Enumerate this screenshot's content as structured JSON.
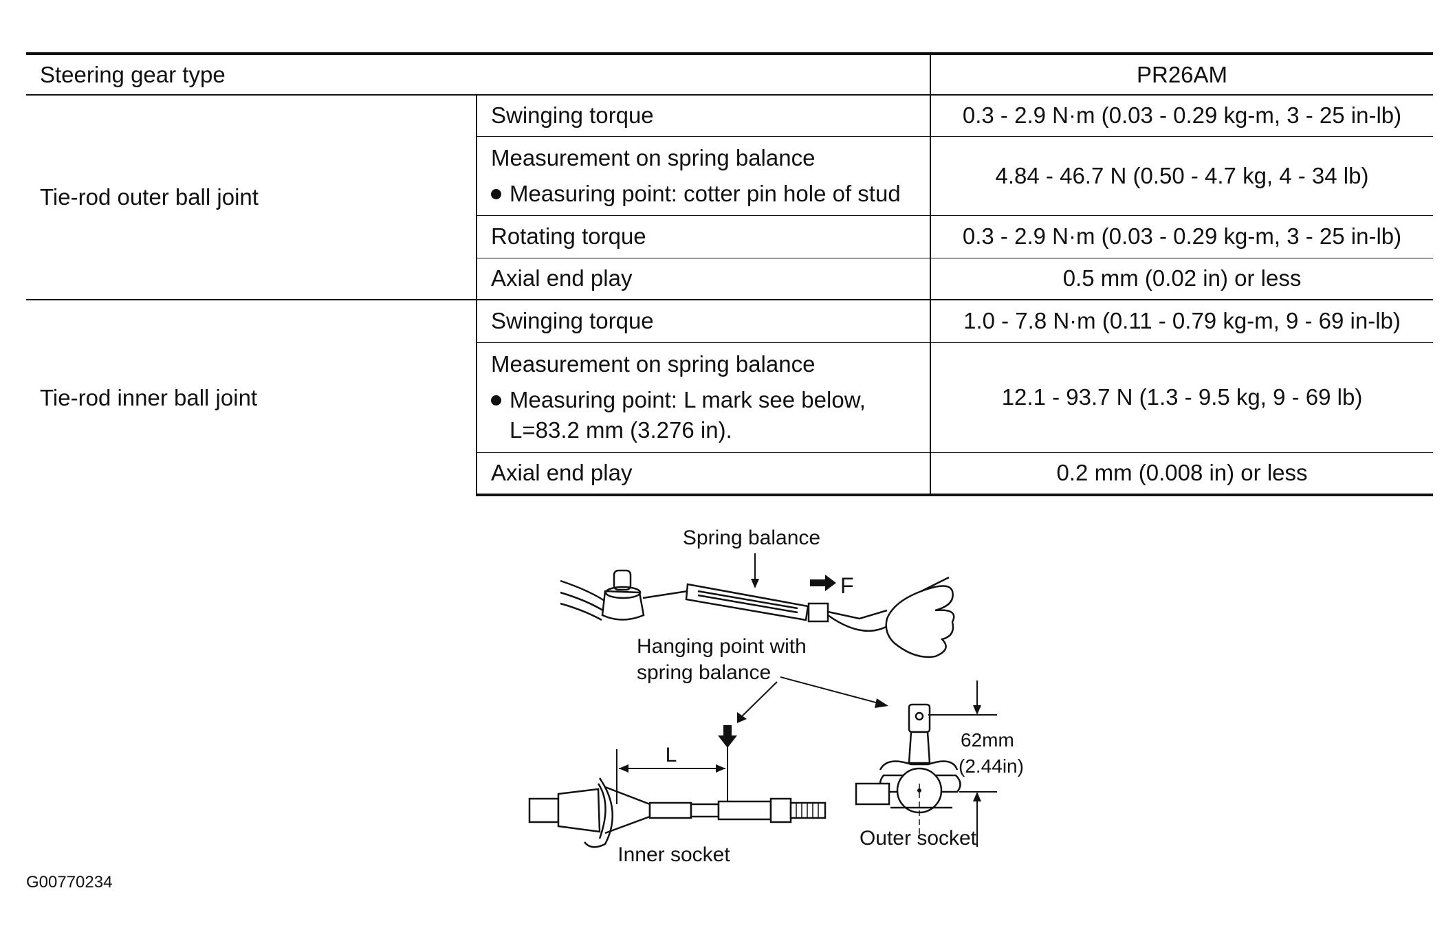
{
  "table": {
    "header": {
      "label": "Steering gear type",
      "value": "PR26AM"
    },
    "outer": {
      "label": "Tie-rod outer ball joint",
      "swinging_label": "Swinging torque",
      "swinging_value": "0.3 - 2.9 N·m (0.03 - 0.29 kg-m, 3 - 25 in-lb)",
      "spring_label": "Measurement on spring balance",
      "spring_note": "Measuring point: cotter pin hole of stud",
      "spring_value": "4.84 - 46.7 N (0.50 - 4.7 kg, 4 - 34 lb)",
      "rotating_label": "Rotating torque",
      "rotating_value": "0.3 - 2.9 N·m (0.03 - 0.29 kg-m, 3 - 25 in-lb)",
      "axial_label": "Axial end play",
      "axial_value": "0.5 mm (0.02 in) or less"
    },
    "inner": {
      "label": "Tie-rod inner ball joint",
      "swinging_label": "Swinging torque",
      "swinging_value": "1.0 - 7.8 N·m (0.11 - 0.79 kg-m, 9 - 69 in-lb)",
      "spring_label": "Measurement on spring balance",
      "spring_note_1": "Measuring point: L mark see below,",
      "spring_note_2": "L=83.2 mm (3.276 in).",
      "spring_value": "12.1 - 93.7 N (1.3 - 9.5 kg, 9 - 69 lb)",
      "axial_label": "Axial end play",
      "axial_value": "0.2 mm (0.008 in) or less"
    }
  },
  "figure": {
    "spring_balance": "Spring balance",
    "force": "F",
    "hanging_1": "Hanging point with",
    "hanging_2": "spring balance",
    "length_mark": "L",
    "dim_mm": "62mm",
    "dim_in": "(2.44in)",
    "inner_socket": "Inner socket",
    "outer_socket": "Outer socket"
  },
  "code": "G00770234"
}
